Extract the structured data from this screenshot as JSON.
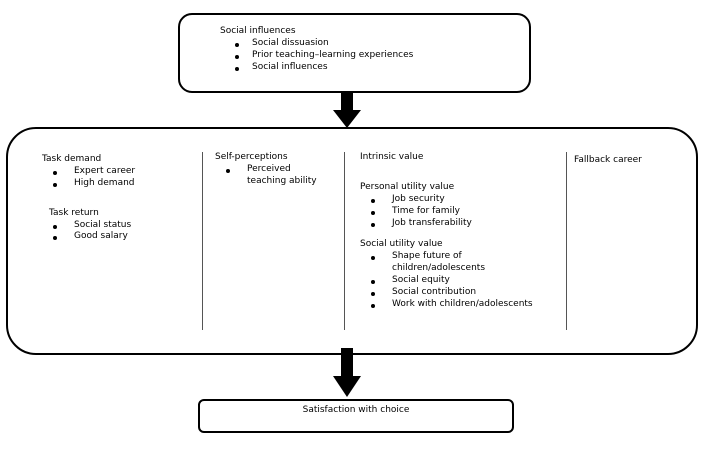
{
  "top": {
    "title": "Social influences",
    "items": [
      "Social dissuasion",
      "Prior teaching–learning experiences",
      "Social influences"
    ]
  },
  "middle": {
    "task_demand": {
      "title": "Task demand",
      "items": [
        "Expert career",
        "High demand"
      ]
    },
    "task_return": {
      "title": "Task return",
      "items": [
        "Social status",
        "Good salary"
      ]
    },
    "self_perceptions": {
      "title": "Self-perceptions",
      "items": [
        "Perceived teaching ability"
      ]
    },
    "intrinsic_value": {
      "title": "Intrinsic value"
    },
    "personal_utility": {
      "title": "Personal utility value",
      "items": [
        "Job security",
        "Time for family",
        "Job transferability"
      ]
    },
    "social_utility": {
      "title": "Social utility value",
      "items": [
        "Shape future of children/adolescents",
        "Social equity",
        "Social contribution",
        "Work with children/adolescents"
      ]
    },
    "fallback": {
      "title": "Fallback career"
    }
  },
  "bottom": {
    "label": "Satisfaction with choice"
  }
}
